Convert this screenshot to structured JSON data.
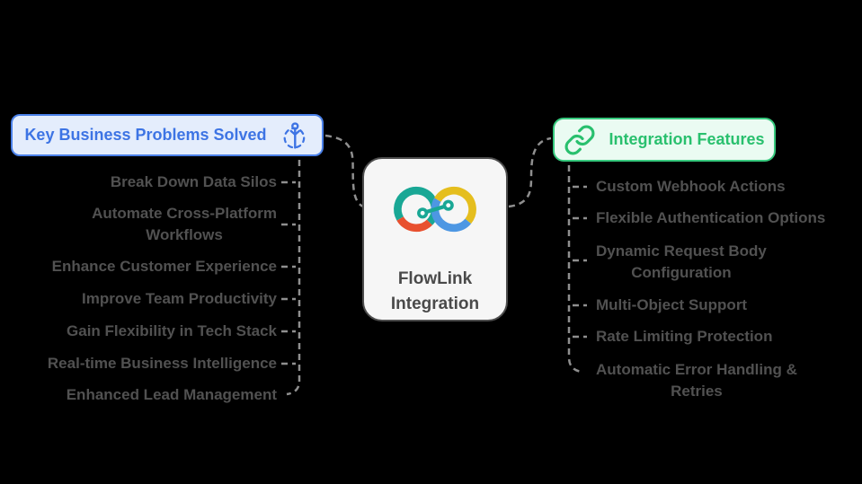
{
  "center_node": {
    "title": "FlowLink\nIntegration",
    "logo_icon": "infinity-link-logo"
  },
  "left_branch": {
    "title": "Key Business Problems Solved",
    "icon": "person-focus-icon",
    "items": [
      "Break Down Data Silos",
      "Automate Cross-Platform\nWorkflows",
      "Enhance Customer Experience",
      "Improve Team Productivity",
      "Gain Flexibility in Tech Stack",
      "Real-time Business Intelligence",
      "Enhanced Lead Management"
    ]
  },
  "right_branch": {
    "title": "Integration Features",
    "icon": "link-icon",
    "items": [
      "Custom Webhook Actions",
      "Flexible Authentication Options",
      "Dynamic Request Body\nConfiguration",
      "Multi-Object Support",
      "Rate Limiting Protection",
      "Automatic Error Handling &\nRetries"
    ]
  },
  "colors": {
    "blue-accent": "#3D74E4",
    "blue-border": "#4A80E8",
    "blue-bg": "#E4EDFC",
    "green-accent": "#29C06E",
    "green-border": "#36C97D",
    "green-bg": "#EAFBF2",
    "item-text": "#515151",
    "connector": "#8F8F8F",
    "center-border": "#4D4D4D",
    "center-bg": "#F6F6F6",
    "center-text": "#4A4A4A",
    "logo-teal": "#19A795",
    "logo-red": "#E8502F",
    "logo-yellow": "#E5BE1E",
    "logo-blue": "#4D97E3"
  }
}
